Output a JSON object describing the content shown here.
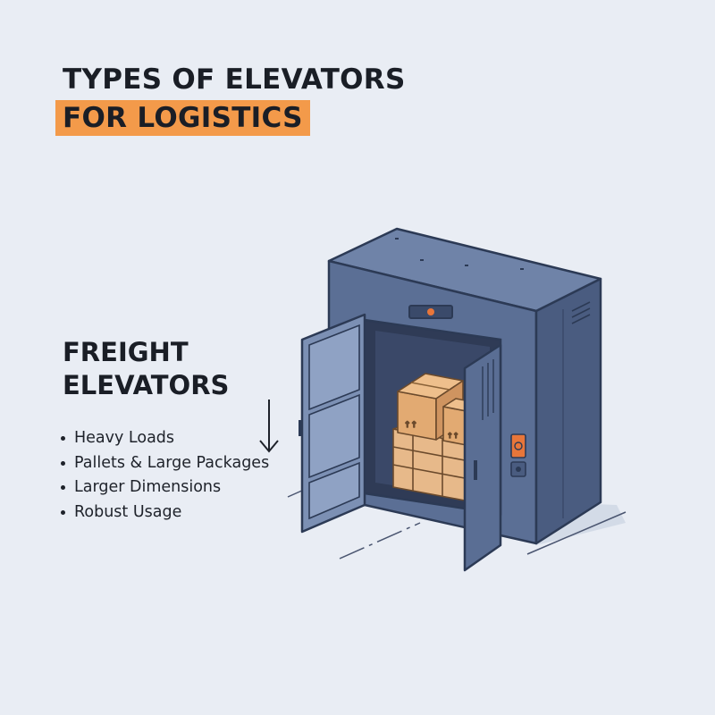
{
  "title": {
    "line1": "TYPES OF ELEVATORS",
    "line2": "FOR LOGISTICS",
    "highlight_color": "#f39a4a"
  },
  "section": {
    "heading": "FREIGHT\nELEVATORS",
    "bullets": [
      "Heavy Loads",
      "Pallets & Large Packages",
      "Larger Dimensions",
      "Robust Usage"
    ]
  },
  "illustration": {
    "subject": "freight elevator with open doors holding boxed pallets",
    "colors": {
      "body": "#5a6e94",
      "body_dark": "#46587b",
      "outline": "#2c3a55",
      "box": "#e2aa72",
      "pallet": "#e7b98a",
      "button": "#e8763a"
    }
  }
}
